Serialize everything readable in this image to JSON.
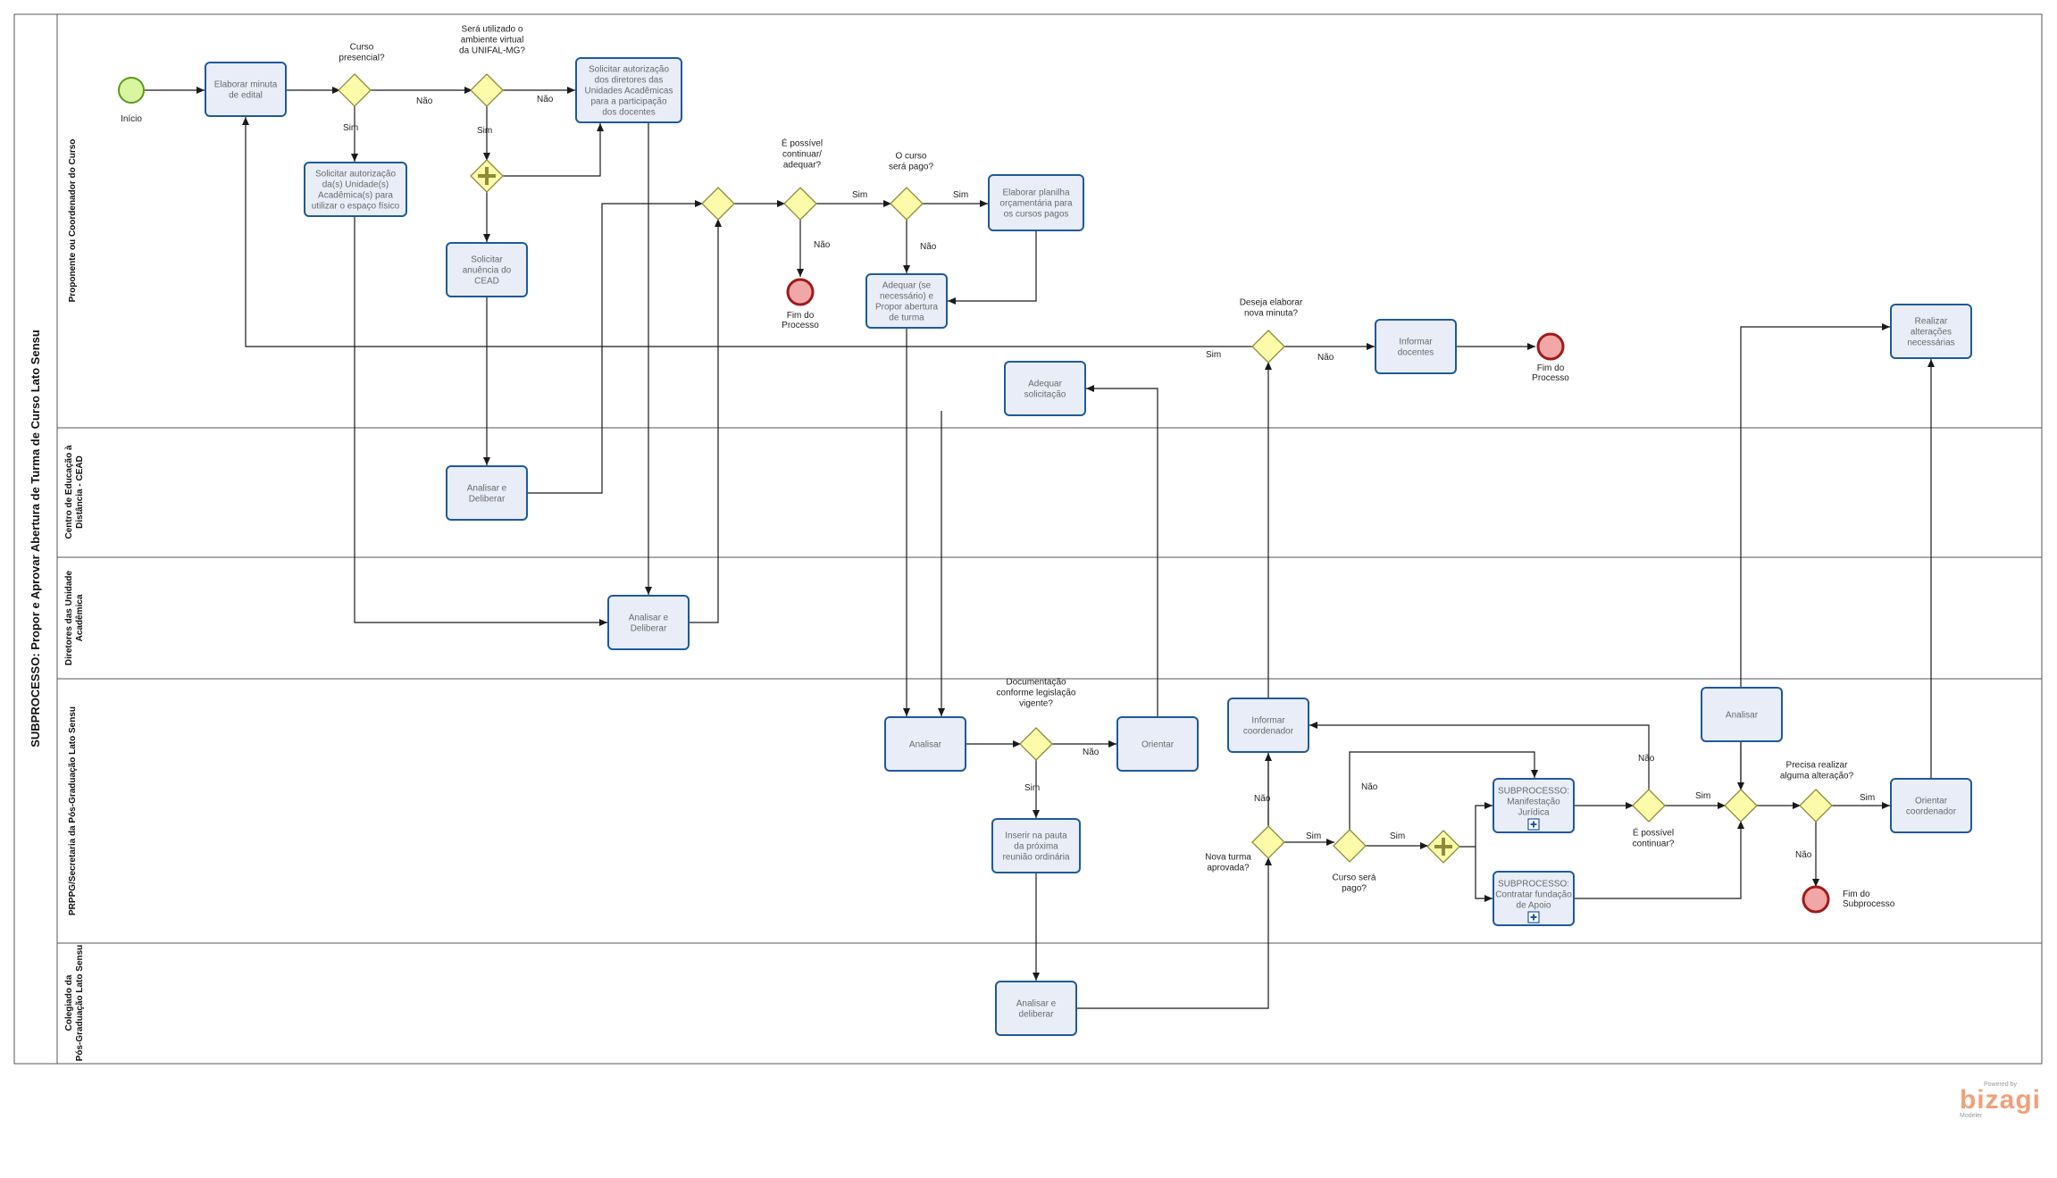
{
  "pool": {
    "title": "SUBPROCESSO:  Propor e Aprovar Abertura de  Turma de  Curso Lato Sensu"
  },
  "lanes": [
    {
      "id": "proponente",
      "label": [
        "Proponente ou Coordenador do Curso"
      ]
    },
    {
      "id": "cead",
      "label": [
        "Centro de Educação à",
        "Distância - CEAD"
      ]
    },
    {
      "id": "diretores",
      "label": [
        "Diretores das Unidade",
        "Acadêmica"
      ]
    },
    {
      "id": "prppg",
      "label": [
        "PRPPG/Secretaria da Pós-Graduação Lato Sensu"
      ]
    },
    {
      "id": "colegiado",
      "label": [
        "Colegiado da",
        "Pós-Graduação Lato Sensu"
      ]
    }
  ],
  "events": [
    {
      "id": "start",
      "type": "start",
      "label": [
        "Início"
      ]
    },
    {
      "id": "end1",
      "type": "end",
      "label": [
        "Fim do",
        "Processo"
      ]
    },
    {
      "id": "end2",
      "type": "end",
      "label": [
        "Fim do",
        "Processo"
      ]
    },
    {
      "id": "end3",
      "type": "end",
      "label": [
        "Fim do",
        "Subprocesso"
      ]
    }
  ],
  "tasks": [
    {
      "id": "t_minuta",
      "label": [
        "Elaborar minuta",
        "de edital"
      ]
    },
    {
      "id": "t_aut_unid",
      "label": [
        "Solicitar autorização",
        "da(s) Unidade(s)",
        "Acadêmica(s) para",
        "utilizar o espaço físico"
      ]
    },
    {
      "id": "t_aut_dir",
      "label": [
        "Solicitar autorização",
        "dos diretores das",
        "Unidades Acadêmicas",
        "para a participação",
        "dos docentes"
      ]
    },
    {
      "id": "t_anuencia",
      "label": [
        "Solicitar",
        "anuência do",
        "CEAD"
      ]
    },
    {
      "id": "t_planilha",
      "label": [
        "Elaborar planilha",
        "orçamentária para",
        "os cursos pagos"
      ]
    },
    {
      "id": "t_adequar_propor",
      "label": [
        "Adequar (se",
        "necessário) e",
        "Propor abertura",
        "de turma"
      ]
    },
    {
      "id": "t_informar_doc",
      "label": [
        "Informar",
        "docentes"
      ]
    },
    {
      "id": "t_realizar",
      "label": [
        "Realizar",
        "alterações",
        "necessárias"
      ]
    },
    {
      "id": "t_adequar_sol",
      "label": [
        "Adequar",
        "solicitação"
      ]
    },
    {
      "id": "t_cead_analisar",
      "label": [
        "Analisar e",
        "Deliberar"
      ]
    },
    {
      "id": "t_dir_analisar",
      "label": [
        "Analisar e",
        "Deliberar"
      ]
    },
    {
      "id": "t_analisar1",
      "label": [
        "Analisar"
      ]
    },
    {
      "id": "t_orientar",
      "label": [
        "Orientar"
      ]
    },
    {
      "id": "t_inf_coord",
      "label": [
        "Informar",
        "coordenador"
      ]
    },
    {
      "id": "t_analisar2",
      "label": [
        "Analisar"
      ]
    },
    {
      "id": "t_orientar_coord",
      "label": [
        "Orientar",
        "coordenador"
      ]
    },
    {
      "id": "t_pauta",
      "label": [
        "Inserir na pauta",
        "da próxima",
        "reunião ordinária"
      ]
    },
    {
      "id": "t_sub_juridica",
      "label": [
        "SUBPROCESSO:",
        "Manifestação",
        "Jurídica"
      ]
    },
    {
      "id": "t_sub_fundacao",
      "label": [
        "SUBPROCESSO:",
        "Contratar fundação",
        "de Apoio"
      ]
    },
    {
      "id": "t_colegiado",
      "label": [
        "Analisar e",
        "deliberar"
      ]
    }
  ],
  "gateways": [
    {
      "id": "g_presencial",
      "type": "exclusive",
      "label": [
        "Curso",
        "presencial?"
      ]
    },
    {
      "id": "g_ambiente",
      "type": "exclusive",
      "label": [
        "Será utilizado o",
        "ambiente virtual",
        "da UNIFAL-MG?"
      ]
    },
    {
      "id": "g_parallel1",
      "type": "parallel",
      "label": []
    },
    {
      "id": "g_merge",
      "type": "exclusive",
      "label": []
    },
    {
      "id": "g_possivel",
      "type": "exclusive",
      "label": [
        "É possível",
        "continuar/",
        "adequar?"
      ]
    },
    {
      "id": "g_pago",
      "type": "exclusive",
      "label": [
        "O curso",
        "será pago?"
      ]
    },
    {
      "id": "g_nova_minuta",
      "type": "exclusive",
      "label": [
        "Deseja elaborar",
        "nova minuta?"
      ]
    },
    {
      "id": "g_documentacao",
      "type": "exclusive",
      "label": [
        "Documentação",
        "conforme legislação",
        "vigente?"
      ]
    },
    {
      "id": "g_nova_turma",
      "type": "exclusive",
      "label": [
        "Nova turma",
        "aprovada?"
      ]
    },
    {
      "id": "g_curso_pago",
      "type": "exclusive",
      "label": [
        "Curso será",
        "pago?"
      ]
    },
    {
      "id": "g_parallel2",
      "type": "parallel",
      "label": []
    },
    {
      "id": "g_continuar",
      "type": "exclusive",
      "label": [
        "É possível",
        "continuar?"
      ]
    },
    {
      "id": "g_merge2",
      "type": "exclusive",
      "label": []
    },
    {
      "id": "g_alteracao",
      "type": "exclusive",
      "label": [
        "Precisa realizar",
        "alguma alteração?"
      ]
    }
  ],
  "flow_labels": {
    "sim": "Sim",
    "nao": "Não"
  },
  "branding": {
    "powered": "Powered by",
    "name": "bizagi",
    "modeler": "Modeler"
  }
}
